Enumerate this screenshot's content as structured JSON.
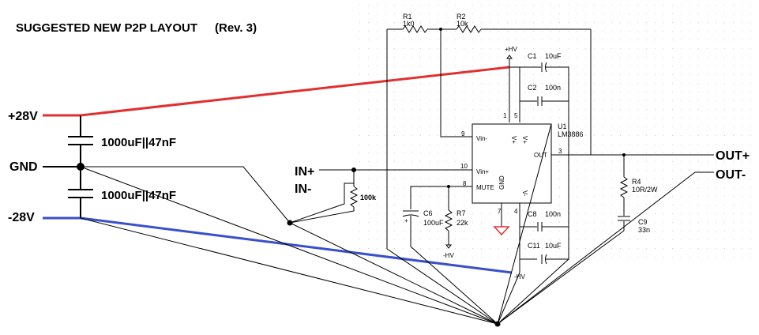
{
  "title": "SUGGESTED NEW P2P LAYOUT",
  "revision": "(Rev. 3)",
  "rails": {
    "pos": "+28V",
    "gnd": "GND",
    "neg": "-28V",
    "cap_top": "1000uF||47nF",
    "cap_bottom": "1000uF||47nF"
  },
  "inputs": {
    "in_plus": "IN+",
    "in_minus": "IN-",
    "resistor": "100k"
  },
  "outputs": {
    "out_plus": "OUT+",
    "out_minus": "OUT-"
  },
  "parts": {
    "r1": {
      "ref": "R1",
      "value": "1k0"
    },
    "r2": {
      "ref": "R2",
      "value": "10k"
    },
    "c1": {
      "ref": "C1",
      "value": "10uF"
    },
    "c2": {
      "ref": "C2",
      "value": "100n"
    },
    "c6": {
      "ref": "C6",
      "value": "100uF"
    },
    "r7": {
      "ref": "R7",
      "value": "22k"
    },
    "c8": {
      "ref": "C8",
      "value": "100n"
    },
    "c11": {
      "ref": "C11",
      "value": "10uF"
    },
    "r4": {
      "ref": "R4",
      "value": "10R/2W"
    },
    "c9": {
      "ref": "C9",
      "value": "33n"
    },
    "u1": {
      "ref": "U1",
      "value": "LM3886"
    }
  },
  "pins": {
    "vin_minus": "Vin-",
    "vin_plus": "Vin+",
    "mute": "MUTE",
    "out": "OUT",
    "gnd": "GND",
    "vplus_a": "V+",
    "vplus_b": "V+",
    "vminus": "V-",
    "n1": "1",
    "n5": "5",
    "n9": "9",
    "n10": "10",
    "n8": "8",
    "n3": "3",
    "n7": "7",
    "n4": "4"
  },
  "supplies": {
    "hv_pos": "+HV",
    "hv_neg_r7": "-HV",
    "hv_neg_c11": "-HV"
  },
  "colors": {
    "positive": "#e03030",
    "negative": "#3a4fcc",
    "wire": "#000000",
    "grid": "#cfcfcf"
  }
}
